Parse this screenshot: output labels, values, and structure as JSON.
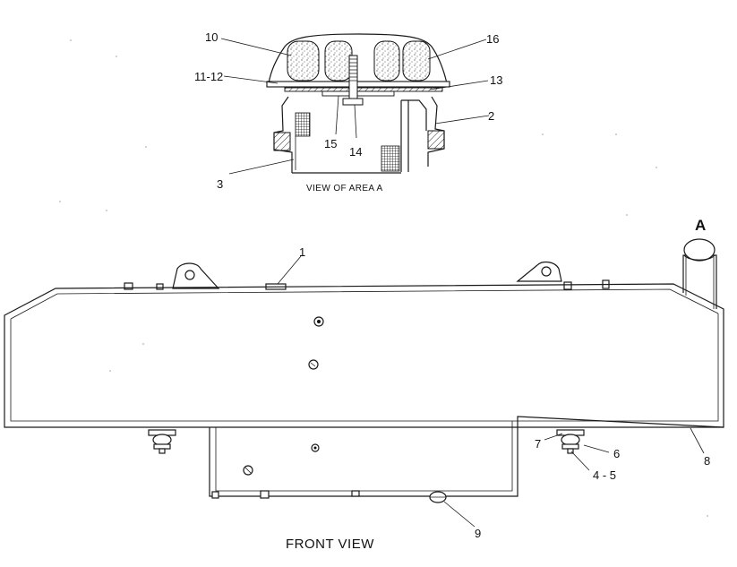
{
  "callouts": {
    "c1": "1",
    "c2": "2",
    "c3": "3",
    "c45": "4 - 5",
    "c6": "6",
    "c7": "7",
    "c8": "8",
    "c9": "9",
    "c10": "10",
    "c1112": "11-12",
    "c13": "13",
    "c14": "14",
    "c15": "15",
    "c16": "16"
  },
  "detail_label": "A",
  "detail_caption": "VIEW OF AREA A",
  "main_caption": "FRONT VIEW"
}
